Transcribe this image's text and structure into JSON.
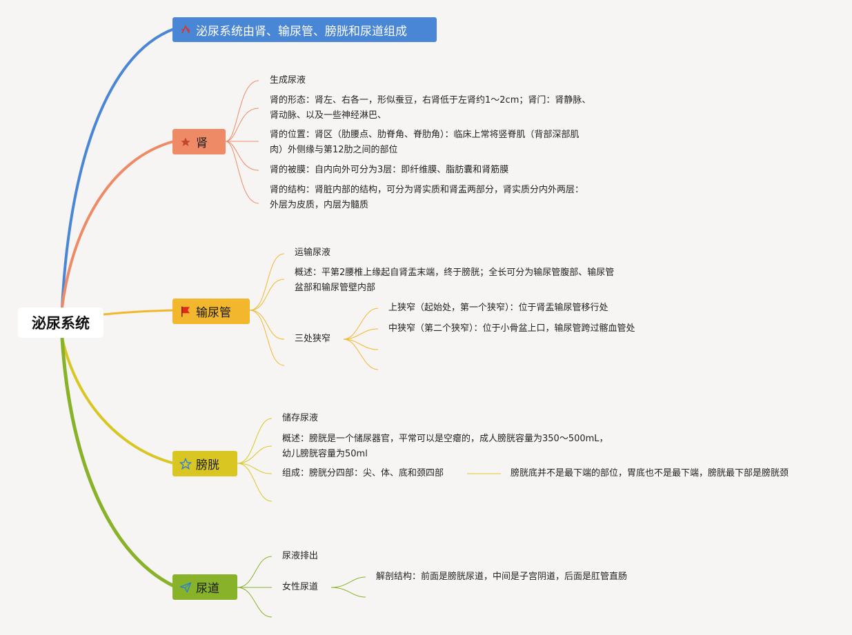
{
  "root": {
    "label": "泌尿系统"
  },
  "branches": [
    {
      "label": "泌尿系统由肾、输尿管、膀胱和尿道组成",
      "icon": "scale-icon",
      "color": "#4a86d6"
    },
    {
      "label": "肾",
      "icon": "star-icon",
      "color": "#ef8a67"
    },
    {
      "label": "输尿管",
      "icon": "flag-icon",
      "color": "#f2b72c"
    },
    {
      "label": "膀胱",
      "icon": "star-outline-icon",
      "color": "#d9c623"
    },
    {
      "label": "尿道",
      "icon": "paper-plane-icon",
      "color": "#87b229"
    }
  ],
  "kidney": {
    "items": [
      "生成尿液",
      "肾的形态：肾左、右各一，形似蚕豆，右肾低于左肾约1～2cm；肾门：肾静脉、\n肾动脉、以及一些神经淋巴、",
      "肾的位置：肾区（肋腰点、肋脊角、脊肋角）：临床上常将竖脊肌（背部深部肌\n肉）外侧缘与第12肋之间的部位",
      "肾的被膜：自内向外可分为3层：即纤维膜、脂肪囊和肾筋膜",
      "肾的结构：肾脏内部的结构，可分为肾实质和肾盂两部分，肾实质分内外两层：\n外层为皮质，内层为髓质"
    ]
  },
  "ureter": {
    "items": [
      "运输尿液",
      "概述：平第2腰椎上缘起自肾盂末端，终于膀胱；全长可分为输尿管腹部、输尿管\n盆部和输尿管壁内部",
      "三处狭窄"
    ],
    "narrowings": [
      "上狭窄（起始处，第一个狭窄）：位于肾盂输尿管移行处",
      "中狭窄（第二个狭窄）：位于小骨盆上口，输尿管跨过髂血管处"
    ]
  },
  "bladder": {
    "items": [
      "储存尿液",
      "概述：膀胱是一个储尿器官，平常可以是空瘪的，成人膀胱容量为350～500mL，\n幼儿膀胱容量为50ml",
      "组成：膀胱分四部：尖、体、底和颈四部"
    ],
    "note": "膀胱底并不是最下端的部位，胃底也不是最下端，膀胱最下部是膀胱颈"
  },
  "urethra": {
    "items": [
      "尿液排出",
      "女性尿道"
    ],
    "female_detail": "解剖结构：前面是膀胱尿道，中间是子宫阴道，后面是肛管直肠"
  }
}
